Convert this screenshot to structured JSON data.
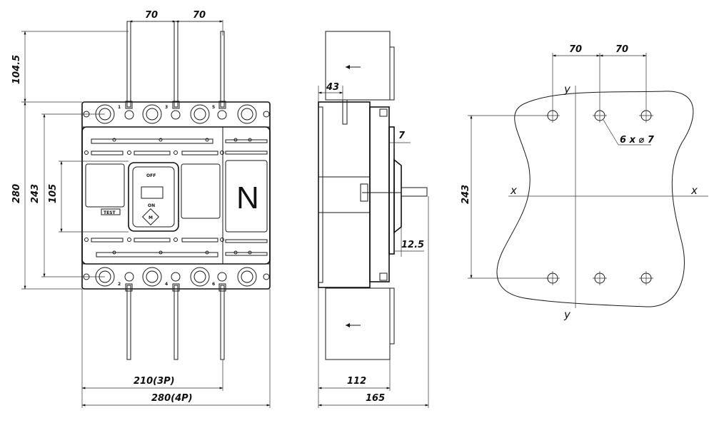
{
  "front": {
    "pole_pitch_1": "70",
    "pole_pitch_2": "70",
    "terminal_ext": "104.5",
    "height_total": "280",
    "height_243": "243",
    "height_105": "105",
    "width_3p": "210(3P)",
    "width_4p": "280(4P)",
    "neutral_label": "N",
    "off_label": "OFF",
    "on_label": "ON",
    "test_label": "TEST",
    "logo_label": "M",
    "terminal_marks": [
      "1",
      "3",
      "5",
      "2",
      "4",
      "6"
    ]
  },
  "side": {
    "dim_43": "43",
    "dim_7": "7",
    "dim_12_5": "12.5",
    "depth_112": "112",
    "depth_165": "165"
  },
  "mounting": {
    "pitch_1": "70",
    "pitch_2": "70",
    "hole_spec": "6 x ⌀ 7",
    "vertical": "243",
    "axis_x_left": "x",
    "axis_x_right": "x",
    "axis_y_top": "y",
    "axis_y_bottom": "y"
  },
  "colors": {
    "line": "#1a1a1a",
    "background": "#ffffff"
  }
}
